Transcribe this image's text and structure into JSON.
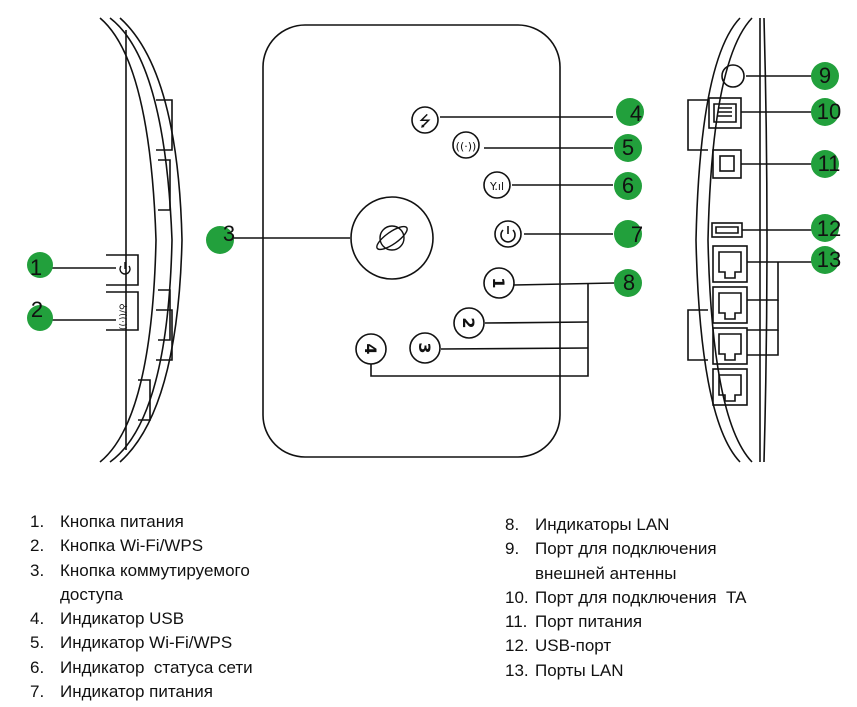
{
  "callouts": [
    "1",
    "2",
    "3",
    "4",
    "5",
    "6",
    "7",
    "8",
    "9",
    "10",
    "11",
    "12",
    "13"
  ],
  "icons": {
    "power": "power-icon",
    "wifi_wps": "wifi-wps-icon",
    "usb": "usb-icon",
    "signal": "signal-icon",
    "globe": "globe-icon",
    "accent_green": "#22a03c"
  },
  "panel_labels": {
    "lan1": "1",
    "lan2": "2",
    "lan3": "3",
    "lan4": "4"
  },
  "legend_left": [
    {
      "num": "1.",
      "text": "Кнопка питания"
    },
    {
      "num": "2.",
      "text": "Кнопка Wi-Fi/WPS"
    },
    {
      "num": "3.",
      "text": "Кнопка коммутируемого доступа"
    },
    {
      "num": "4.",
      "text": "Индикатор USB"
    },
    {
      "num": "5.",
      "text": "Индикатор Wi-Fi/WPS"
    },
    {
      "num": "6.",
      "text": "Индикатор  статуса сети"
    },
    {
      "num": "7.",
      "text": "Индикатор питания"
    }
  ],
  "legend_right": [
    {
      "num": "8.",
      "text": "Индикаторы LAN"
    },
    {
      "num": "9.",
      "text": "Порт для подключения внешней антенны"
    },
    {
      "num": "10.",
      "text": "Порт для подключения  TA"
    },
    {
      "num": "11.",
      "text": "Порт питания"
    },
    {
      "num": "12.",
      "text": "USB-порт"
    },
    {
      "num": "13.",
      "text": "Порты LAN"
    }
  ]
}
